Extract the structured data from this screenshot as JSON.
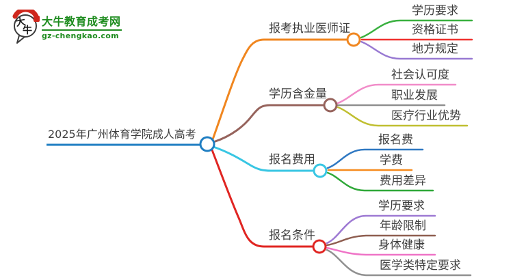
{
  "logo": {
    "title": "大牛教育成考网",
    "domain": "gz-chengkao.com",
    "icon_char1": "大",
    "icon_char2": "牛",
    "green": "#1e8c1f",
    "red": "#cf281e",
    "outline": "#3c3c3c"
  },
  "mindmap": {
    "text_color": "#3e3e3e",
    "root": {
      "label": "2025年广州体育学院成人高考",
      "color": "#1f7ec2"
    },
    "branches": [
      {
        "label": "报考执业医师证",
        "color": "#f0861f",
        "children": [
          {
            "label": "学历要求",
            "color": "#39b03f"
          },
          {
            "label": "资格证书",
            "color": "#ef312e"
          },
          {
            "label": "地方规定",
            "color": "#9879d2"
          }
        ]
      },
      {
        "label": "学历含金量",
        "color": "#96635c",
        "children": [
          {
            "label": "社会认可度",
            "color": "#f18cc9"
          },
          {
            "label": "职业发展",
            "color": "#8f8f8f"
          },
          {
            "label": "医疗行业优势",
            "color": "#c0bf30"
          }
        ]
      },
      {
        "label": "报名费用",
        "color": "#38c6e3",
        "children": [
          {
            "label": "报名费",
            "color": "#2f78c2"
          },
          {
            "label": "学费",
            "color": "#f68b1e"
          },
          {
            "label": "费用差异",
            "color": "#2fa838"
          }
        ]
      },
      {
        "label": "报名条件",
        "color": "#e02522",
        "children": [
          {
            "label": "学历要求",
            "color": "#9e7ad3"
          },
          {
            "label": "年龄限制",
            "color": "#8e5e50"
          },
          {
            "label": "身体健康",
            "color": "#ef74c7"
          },
          {
            "label": "医学类特定要求",
            "color": "#909090"
          }
        ]
      }
    ]
  }
}
